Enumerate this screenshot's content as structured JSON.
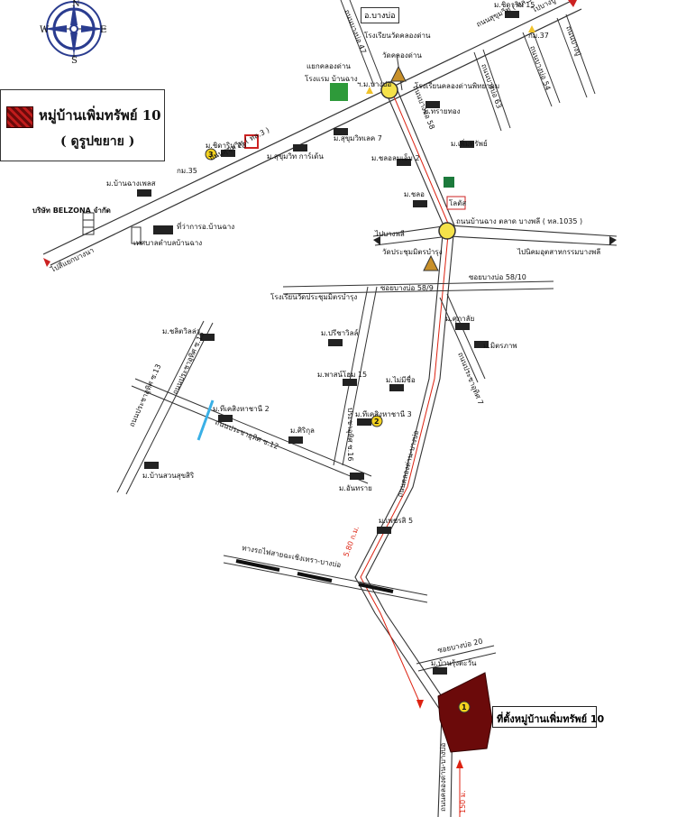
{
  "compass": {
    "n": "N",
    "s": "S",
    "e": "E",
    "w": "W"
  },
  "legend": {
    "title": "หมู่บ้านเพิ่มทรัพย์ 10",
    "subtitle": "( ดูรูปขยาย )"
  },
  "site_callout": "ที่ตั้งหมู่บ้านเพิ่มทรัพย์ 10",
  "distances": {
    "main_route": "5.80 ก.ม.",
    "last_leg": "150 ม."
  },
  "boxed_labels": {
    "lotus": "โลตัส"
  },
  "roads": {
    "sukhumvit_top": "ถนนสุขุมวิท ( ทล.3 )",
    "sukhumvit_mid": "ถนนสุขุมวิท ( ทล.3 )",
    "to_bangpu": "ไปบางปู",
    "to_bangna": "ไปสี่แยกบางนา",
    "soi_47": "ถนนบางบ่อ 47",
    "soi_63": "ถนนบางบ่อ 63",
    "soi_58": "ถนนบางบ่อ 58",
    "soi_b54": "ถนนบางบ่อ 54",
    "soi_upper_right": "ถนนบางปู",
    "bangplee_road": "ถนนบ้านฉาง ตลาด บางพลี ( ทล.1035 )",
    "to_bangphli": "ไปบางพลี",
    "to_lat_krabang": "ไปนิคมอุตสาหกรรมบางพลี",
    "soi_5810": "ซอยบางบ่อ 58/10",
    "soi_589": "ซอยบางบ่อ 58/9",
    "prachauthit_12": "ถนนประชาอุทิศ ซ.12",
    "prachauthit_13": "ถนนประชาอุทิศ ซ.13",
    "prachauthit_15": "ถนนประชาอุทิศ ซ.15",
    "prachauthit_16": "ประชาอุทิศ ซ.16",
    "prachauthit_7": "ถนนประชาอุทิศ 7",
    "main_road": "ถนนคลองด่าน-บางบ่อ",
    "main_road_lower": "ถนนคลองด่าน-บางบ่อ",
    "railway": "ทางรถไฟสายฉะเชิงเทรา-บางบ่อ",
    "soi_20": "ซอยบางบ่อ 20"
  },
  "places": {
    "bangbo_sq": "อ.บางบ่อ",
    "school_a": "โรงเรียนวัดคลองด่าน",
    "wat_a": "วัดคลองด่าน",
    "intersection": "แยกคลองด่าน",
    "hotel": "โรงแรม บ้านฉาง",
    "school_b": "โรงเรียนคลองด่านพิทยาคม",
    "village_15": "ม.ชิดาริน 15",
    "police": "ฯ.ม.บางบ่อ",
    "km_top": "กม.37",
    "village_18": "ม.ชิดาริน 18",
    "ban_a": "ม.สุขุมวิทเลค 7",
    "ban_b": "ม.สุขุมวิท การ์เด้น",
    "ban_c": "ม.ทรายทอง",
    "ban_d": "ม.เพิ่มทรัพย์",
    "ban_e": "ม.ชลอลมเอ็ม 2",
    "ban_f": "ม.ชลอ",
    "ban_g": "ม.บ้านฉางเพลส",
    "km_mid": "กม.35",
    "belzona": "บริษัท BELZONA จำกัด",
    "district": "ที่ว่าการอ.บ้านฉาง",
    "municipality": "เทศบาลตำบลบ้านฉาง",
    "wat_b": "วัดประชุมมิตรบำรุง",
    "school_c": "โรงเรียนวัดประชุมมิตรบำรุง",
    "ban_h": "ม.ศุภาลัย",
    "ban_i": "ม.มิตรภาพ",
    "ban_j": "ม.ชลิตวิลล่า",
    "ban_k": "ม.ปรีชาวิลล์",
    "ban_l": "ม.พาสน์โฮม 15",
    "ban_m": "ม.ไม่มีชื่อ",
    "ban_n": "ม.ทีเคสิงหาชานี 3",
    "ban_o": "ม.ทีเคสิงหาชานี 2",
    "ban_p": "ม.ศิริกุล",
    "ban_q": "ม.บ้านสวนสุขสิริ",
    "ban_r": "ม.อันทราย",
    "ban_s": "ม.เพชรสิ 5",
    "ban_t": "ม.บ้านรุ้งตะวัน",
    "marker_1": "1",
    "marker_2": "2",
    "marker_3": "3"
  }
}
